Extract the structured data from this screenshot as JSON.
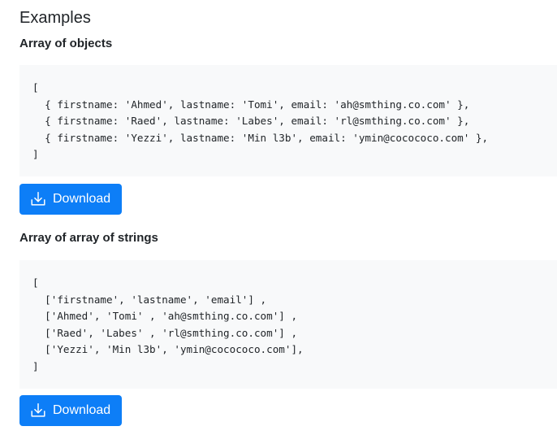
{
  "page": {
    "title": "Examples"
  },
  "sections": [
    {
      "title": "Array of objects",
      "code_lines": [
        "[",
        "  { firstname: 'Ahmed', lastname: 'Tomi', email: 'ah@smthing.co.com' },",
        "  { firstname: 'Raed', lastname: 'Labes', email: 'rl@smthing.co.com' },",
        "  { firstname: 'Yezzi', lastname: 'Min l3b', email: 'ymin@cocococo.com' },",
        "]"
      ],
      "button_label": "Download",
      "button_icon": "download-icon"
    },
    {
      "title": "Array of array of strings",
      "code_lines": [
        "[",
        "  ['firstname', 'lastname', 'email'] ,",
        "  ['Ahmed', 'Tomi' , 'ah@smthing.co.com'] ,",
        "  ['Raed', 'Labes' , 'rl@smthing.co.com'] ,",
        "  ['Yezzi', 'Min l3b', 'ymin@cocococo.com'],",
        "]"
      ],
      "button_label": "Download",
      "button_icon": "download-icon"
    }
  ],
  "colors": {
    "button_bg": "#0d7ef7",
    "code_bg": "#f8f9fa",
    "text": "#212529"
  }
}
